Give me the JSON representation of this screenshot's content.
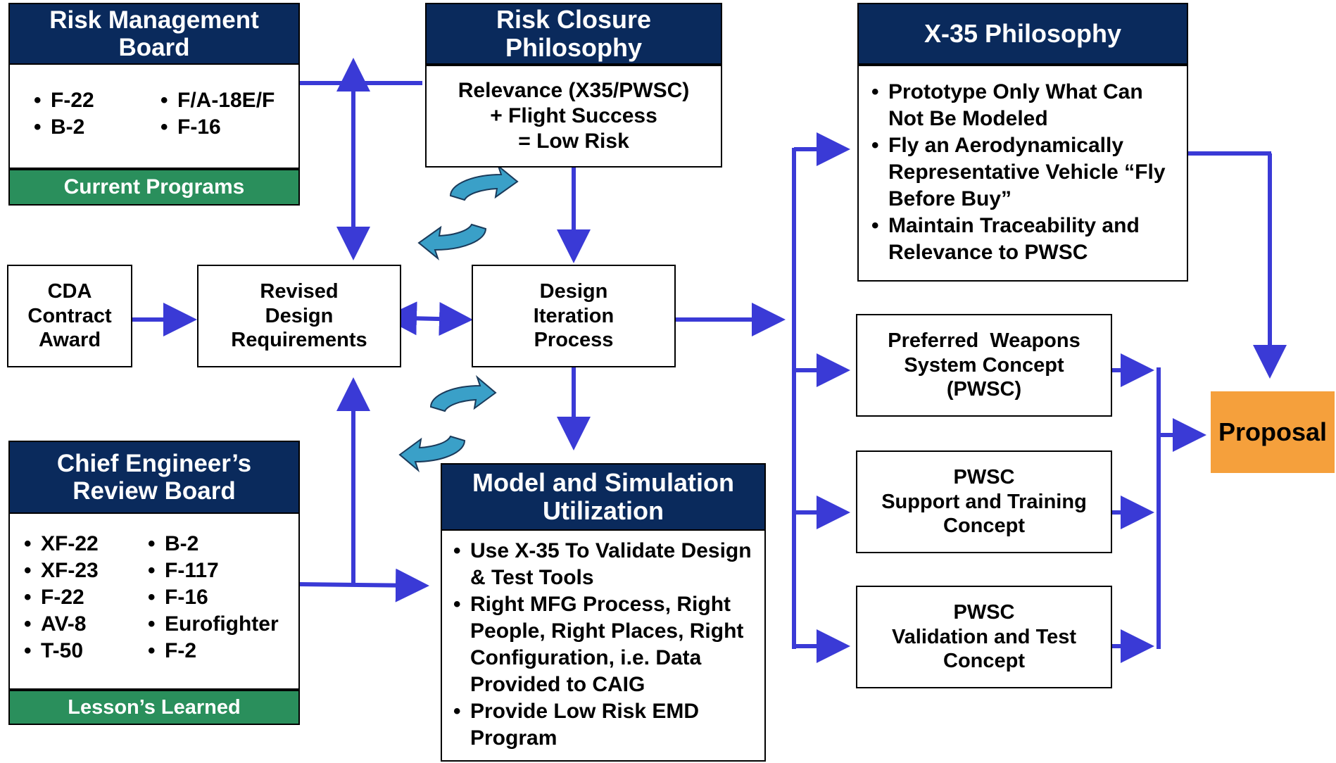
{
  "risk_board": {
    "title": "Risk Management Board",
    "programs": [
      "F-22",
      "F/A-18E/F",
      "B-2",
      "F-16"
    ],
    "footer": "Current Programs"
  },
  "risk_closure": {
    "title": "Risk Closure Philosophy",
    "lines": [
      "Relevance (X35/PWSC)",
      "+ Flight Success",
      "= Low Risk"
    ]
  },
  "x35": {
    "title": "X-35 Philosophy",
    "bullets": [
      "Prototype Only What Can Not Be Modeled",
      "Fly an Aerodynamically Representative Vehicle “Fly Before Buy”",
      "Maintain Traceability and Relevance to PWSC"
    ]
  },
  "cda": {
    "lines": [
      "CDA",
      "Contract",
      "Award"
    ]
  },
  "revised": {
    "lines": [
      "Revised",
      "Design",
      "Requirements"
    ]
  },
  "design_iter": {
    "lines": [
      "Design",
      "Iteration",
      "Process"
    ]
  },
  "pwsc": {
    "lines": [
      "Preferred  Weapons",
      "System Concept",
      "(PWSC)"
    ]
  },
  "support": {
    "lines": [
      "PWSC",
      "Support and Training",
      "Concept"
    ]
  },
  "validation": {
    "lines": [
      "PWSC",
      "Validation and Test",
      "Concept"
    ]
  },
  "proposal": {
    "label": "Proposal"
  },
  "chief": {
    "title": "Chief Engineer’s Review Board",
    "programs": [
      "XF-22",
      "B-2",
      "XF-23",
      "F-117",
      "F-22",
      "F-16",
      "AV-8",
      "Eurofighter",
      "T-50",
      "F-2"
    ],
    "footer": "Lesson’s Learned"
  },
  "model_sim": {
    "title": "Model and Simulation Utilization",
    "bullets": [
      "Use X-35 To Validate Design & Test Tools",
      "Right MFG Process, Right People, Right Places, Right Configuration, i.e. Data Provided to CAIG",
      "Provide Low Risk EMD Program"
    ]
  },
  "colors": {
    "header": "#0a2a5c",
    "footer": "#2a8f5c",
    "arrow": "#3a3ad6",
    "proposal": "#f5a03c",
    "cycle": "#3aa0c8"
  }
}
